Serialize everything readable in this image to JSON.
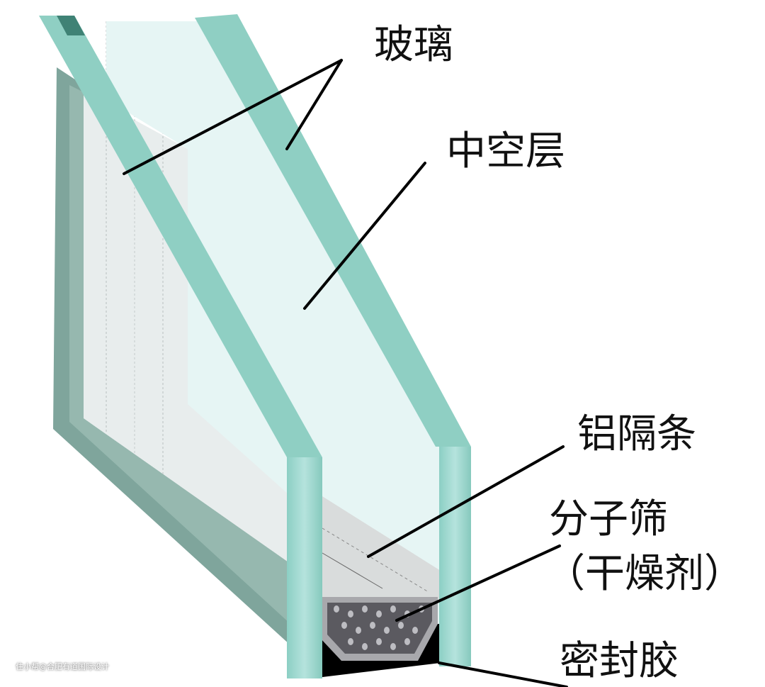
{
  "labels": {
    "glass": "玻璃",
    "air_layer": "中空层",
    "aluminum_spacer": "铝隔条",
    "molecular_sieve": "分子筛",
    "desiccant": "（干燥剂）",
    "sealant": "密封胶"
  },
  "watermark": "住小帮@合肥有道国际设计",
  "colors": {
    "glass_edge": "#8fcfc3",
    "glass_face": "#a8ddd5",
    "frame": "#7fa59c",
    "air": "#e6f5f4",
    "sealant": "#000000",
    "desiccant": "#5b5a60"
  }
}
